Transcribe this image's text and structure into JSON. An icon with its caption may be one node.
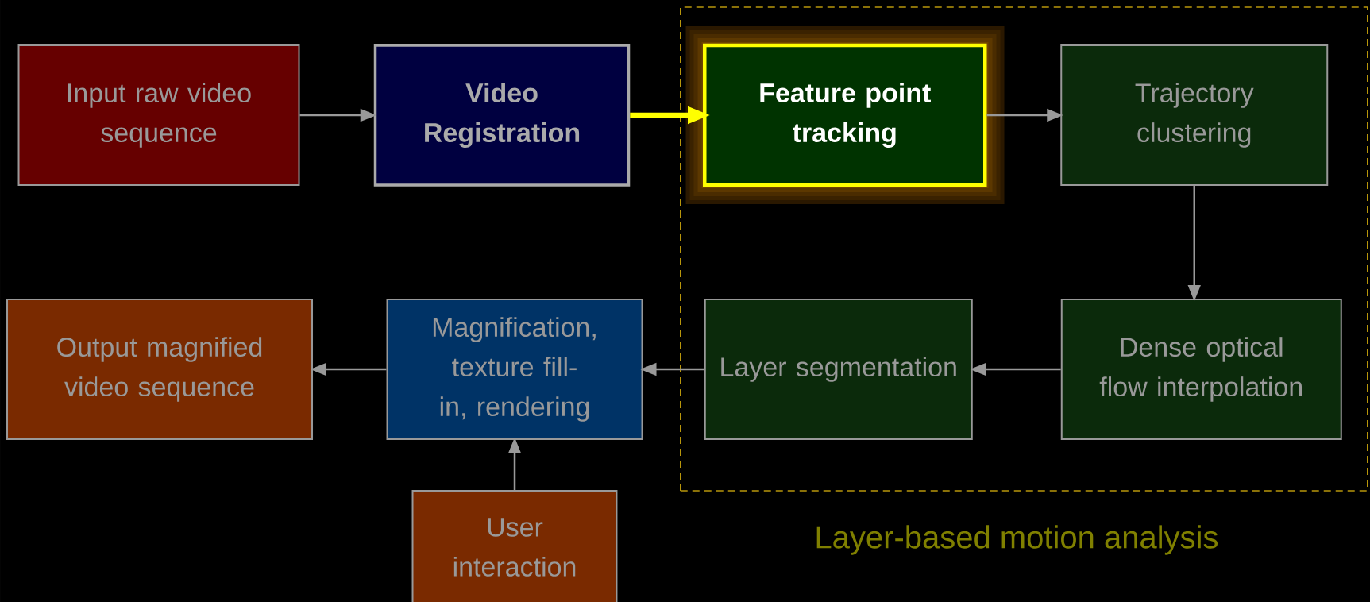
{
  "diagram": {
    "nodes": [
      {
        "text": [
          "Input raw video sequence"
        ]
      },
      {
        "text": [
          "Video Registration"
        ]
      },
      {
        "text": [
          "Layer-based motion analysis"
        ]
      },
      {
        "text": [
          "Feature point tracking"
        ],
        "in": 2
      },
      {
        "text": [
          "Trajectory clustering"
        ],
        "in": 2
      },
      {
        "text": [
          "Dense optical flow interpolation"
        ],
        "in": 2
      },
      {
        "text": [
          "Layer segmentation"
        ],
        "in": 2
      },
      {
        "text": [
          "Magnification, texture fill-in, rendering"
        ]
      },
      {
        "text": [
          "Output magnified video sequence"
        ]
      },
      {
        "text": [
          "User interaction"
        ]
      }
    ],
    "edges": [
      {
        "from": 0,
        "to": 1,
        "arrow": "to"
      },
      {
        "from": 1,
        "to": 3,
        "arrow": "to",
        "style": "thick",
        "color": "#ffff00"
      },
      {
        "from": 3,
        "to": 4,
        "arrow": "to"
      },
      {
        "from": 4,
        "to": 5,
        "arrow": "to"
      },
      {
        "from": 5,
        "to": 6,
        "arrow": "to"
      },
      {
        "from": 6,
        "to": 7,
        "arrow": "to"
      },
      {
        "from": 7,
        "to": 8,
        "arrow": "to"
      },
      {
        "from": 9,
        "to": 7,
        "arrow": "to"
      }
    ]
  }
}
